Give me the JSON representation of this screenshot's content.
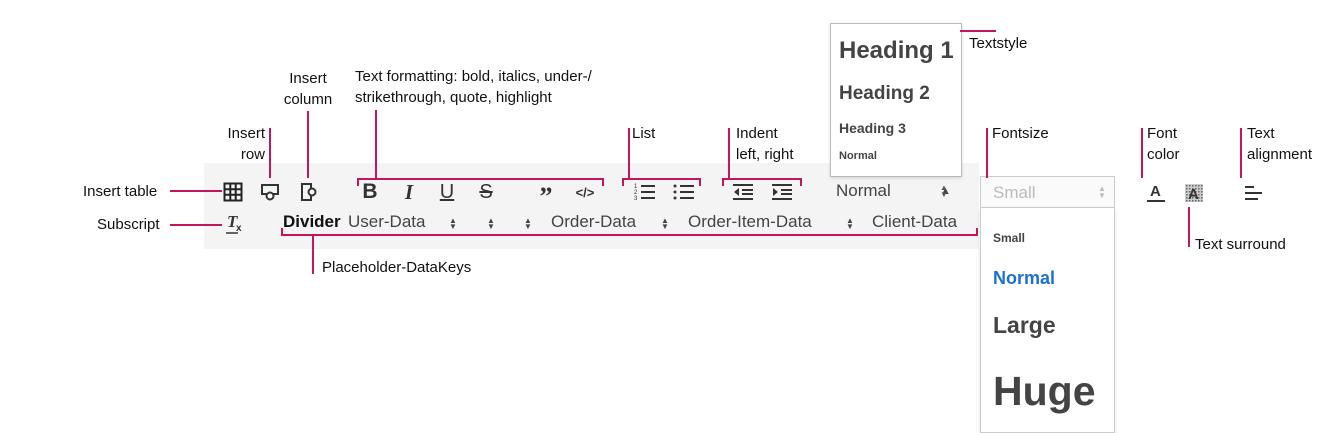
{
  "annotations": {
    "insert_table": "Insert table",
    "subscript": "Subscript",
    "insert_row": [
      "Insert",
      "row"
    ],
    "insert_column": [
      "Insert",
      "column"
    ],
    "text_formatting": [
      "Text formatting: bold, italics, under-/",
      "strikethrough, quote, highlight"
    ],
    "list": "List",
    "indent": [
      "Indent",
      "left, right"
    ],
    "fontsize": "Fontsize",
    "font_color": [
      "Font",
      "color"
    ],
    "text_alignment": [
      "Text",
      "alignment"
    ],
    "textstyle": "Textstyle",
    "text_surround": "Text surround",
    "placeholder_datakeys": "Placeholder-DataKeys"
  },
  "toolbar": {
    "icons": [
      "table-icon",
      "insert-row-icon",
      "insert-column-icon",
      "bold-icon",
      "italic-icon",
      "underline-icon",
      "strikethrough-icon",
      "quote-icon",
      "code-icon",
      "ordered-list-icon",
      "bullet-list-icon",
      "indent-left-icon",
      "indent-right-icon",
      "font-color-icon",
      "text-surround-icon",
      "align-icon",
      "clear-format-icon"
    ],
    "textstyle_value": "Normal",
    "fontsize_value": "Small",
    "placeholders": [
      "Divider",
      "User-Data",
      "Order-Data",
      "Order-Item-Data",
      "Client-Data"
    ]
  },
  "textstyle_menu": {
    "options": [
      "Heading 1",
      "Heading 2",
      "Heading 3",
      "Normal"
    ]
  },
  "fontsize_menu": {
    "options": [
      "Small",
      "Normal",
      "Large",
      "Huge"
    ],
    "selected": "Normal",
    "selected_color": "#1e6fd2"
  },
  "colors": {
    "annotation_line": "#c2185b",
    "toolbar_bg": "#f4f4f4"
  }
}
